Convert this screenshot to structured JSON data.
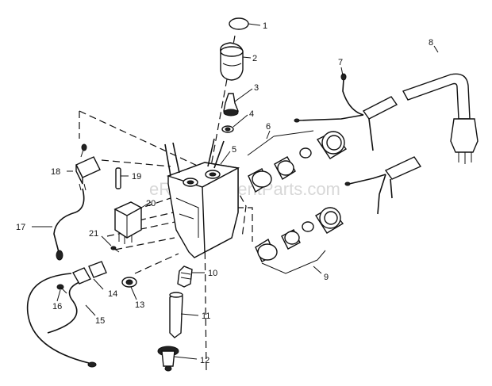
{
  "watermark": "eReplacementParts.com",
  "callouts": {
    "c1": "1",
    "c2": "2",
    "c3": "3",
    "c4": "4",
    "c5": "5",
    "c6": "6",
    "c7": "7",
    "c8": "8",
    "c9": "9",
    "c10": "10",
    "c11": "11",
    "c12": "12",
    "c13": "13",
    "c14": "14",
    "c15": "15",
    "c16": "16",
    "c17": "17",
    "c18": "18",
    "c19": "19",
    "c20": "20",
    "c21": "21"
  }
}
